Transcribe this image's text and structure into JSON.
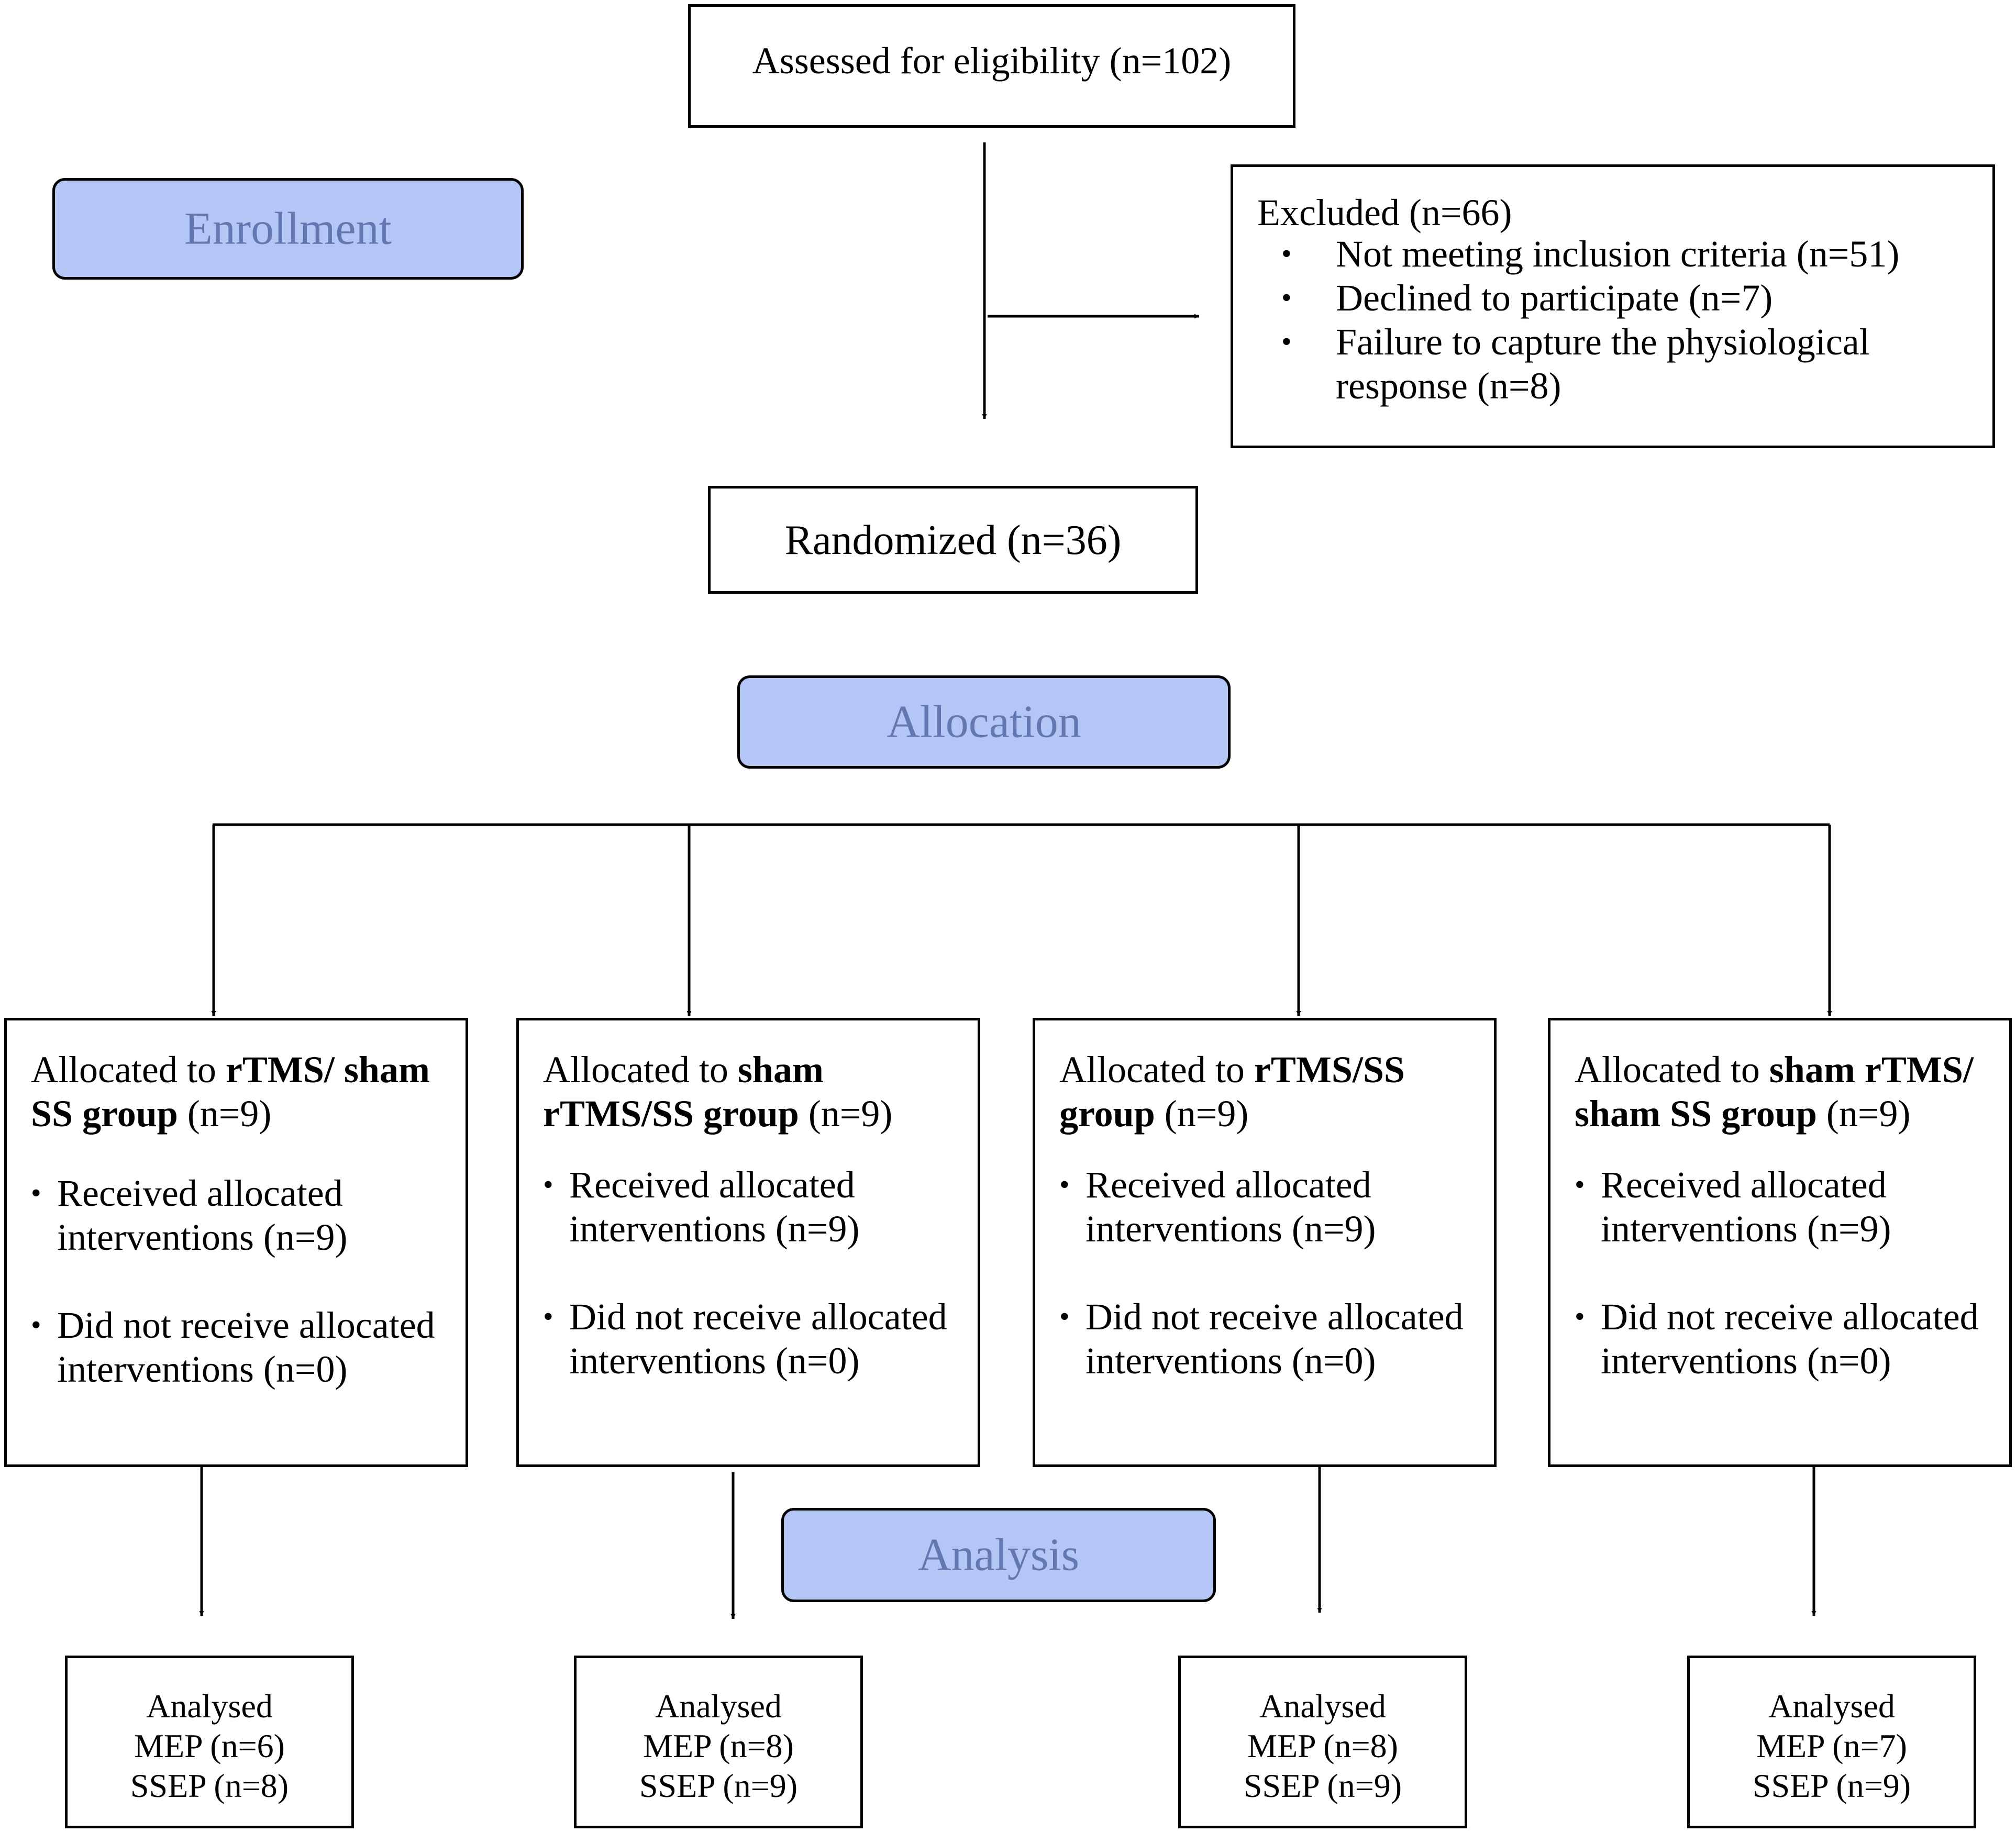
{
  "assessed": {
    "label": "Assessed for eligibility (n=102)"
  },
  "phases": {
    "enrollment": "Enrollment",
    "allocation": "Allocation",
    "analysis": "Analysis"
  },
  "excluded": {
    "title": "Excluded (n=66)",
    "items": [
      "Not meeting inclusion criteria (n=51)",
      "Declined to participate (n=7)",
      "Failure to capture the physiological response (n=8)"
    ]
  },
  "randomized": {
    "label": "Randomized (n=36)"
  },
  "groups": [
    {
      "prefix": "Allocated to ",
      "bold": "rTMS/ sham SS group",
      "count": " (n=9)",
      "received": "Received allocated interventions (n=9)",
      "not_received": "Did not receive allocated interventions (n=0)",
      "analysed": {
        "title": "Analysed",
        "mep": "MEP (n=6)",
        "ssep": "SSEP (n=8)"
      }
    },
    {
      "prefix": "Allocated to ",
      "bold": "sham rTMS/SS group",
      "count": " (n=9)",
      "received": "Received allocated interventions (n=9)",
      "not_received": "Did not receive allocated interventions (n=0)",
      "analysed": {
        "title": "Analysed",
        "mep": "MEP (n=8)",
        "ssep": "SSEP (n=9)"
      }
    },
    {
      "prefix": "Allocated to ",
      "bold": "rTMS/SS group",
      "count": " (n=9)",
      "received": "Received allocated interventions (n=9)",
      "not_received": "Did not receive allocated interventions (n=0)",
      "analysed": {
        "title": "Analysed",
        "mep": "MEP (n=8)",
        "ssep": "SSEP (n=9)"
      }
    },
    {
      "prefix": "Allocated to ",
      "bold": "sham rTMS/ sham SS group",
      "count": " (n=9)",
      "received": "Received allocated interventions (n=9)",
      "not_received": "Did not receive allocated interventions (n=0)",
      "analysed": {
        "title": "Analysed",
        "mep": "MEP (n=7)",
        "ssep": "SSEP (n=9)"
      }
    }
  ],
  "colors": {
    "phase_fill": "#b4c6f5",
    "phase_text": "#6377b0",
    "line": "#000000"
  }
}
